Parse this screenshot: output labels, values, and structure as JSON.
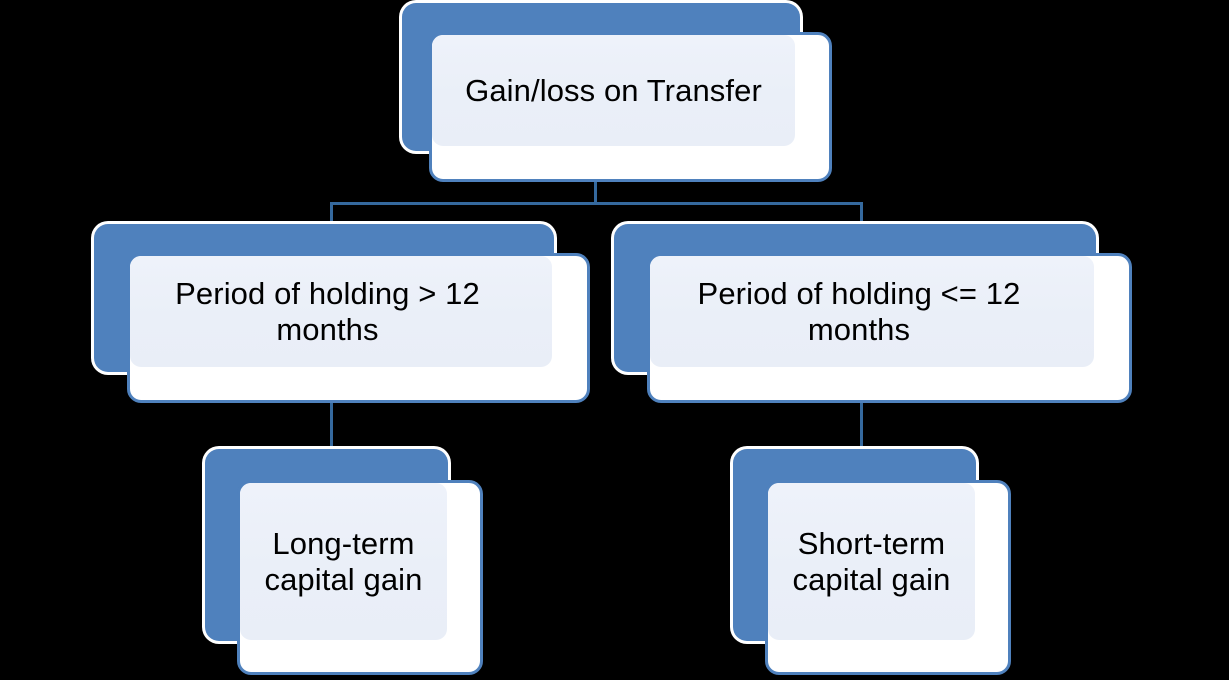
{
  "diagram": {
    "title": "Gain/loss on Transfer",
    "type": "hierarchy-flowchart",
    "background_color": "#000000",
    "box_fill_color": "#4F81BD",
    "box_panel_color": "#EDF1F8",
    "connector_color": "#35699E",
    "text_color": "#000000"
  },
  "nodes": {
    "root": {
      "label": "Gain/loss on Transfer",
      "level": 1
    },
    "long_branch": {
      "label": "Period of holding > 12 months",
      "level": 2
    },
    "short_branch": {
      "label": "Period of holding <= 12 months",
      "level": 2
    },
    "long_result": {
      "label": "Long-term capital gain",
      "level": 3
    },
    "short_result": {
      "label": "Short-term capital gain",
      "level": 3
    }
  },
  "chart_data": {
    "type": "table",
    "title": "Gain/loss on Transfer",
    "nodes": [
      {
        "id": "root",
        "label": "Gain/loss on Transfer",
        "level": 1,
        "parent": null
      },
      {
        "id": "long_branch",
        "label": "Period of holding > 12 months",
        "level": 2,
        "parent": "root"
      },
      {
        "id": "short_branch",
        "label": "Period of holding <= 12 months",
        "level": 2,
        "parent": "root"
      },
      {
        "id": "long_result",
        "label": "Long-term capital gain",
        "level": 3,
        "parent": "long_branch"
      },
      {
        "id": "short_result",
        "label": "Short-term capital gain",
        "level": 3,
        "parent": "short_branch"
      }
    ],
    "edges": [
      {
        "from": "root",
        "to": "long_branch"
      },
      {
        "from": "root",
        "to": "short_branch"
      },
      {
        "from": "long_branch",
        "to": "long_result"
      },
      {
        "from": "short_branch",
        "to": "short_result"
      }
    ]
  }
}
